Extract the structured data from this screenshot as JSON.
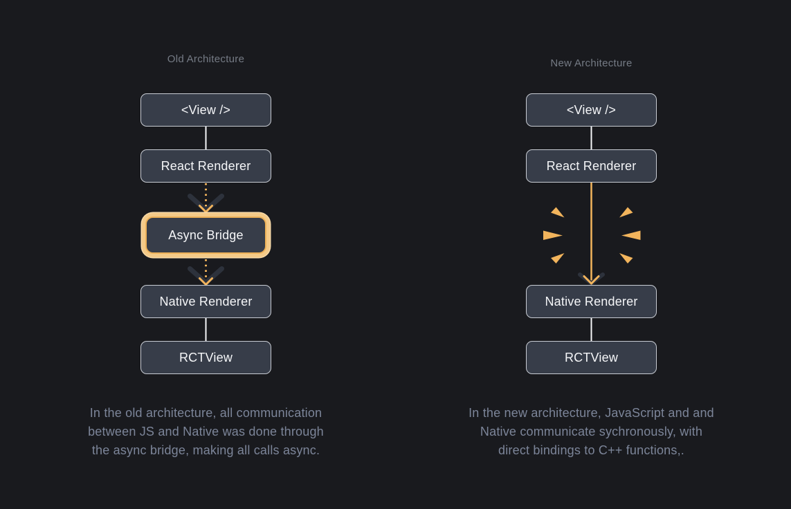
{
  "colors": {
    "bg": "#191a1e",
    "node_fill": "#373d49",
    "node_border": "#c9cdd4",
    "node_text": "#f5f6f8",
    "title_text": "#757b85",
    "caption_text": "#7c8599",
    "accent_orange": "#f2b45c",
    "highlight_ring": "#f4ca88",
    "highlight_ring_edge": "#f7d9a8",
    "highlight_border": "#edb158",
    "chevron_dark": "#2d323c",
    "connector_white": "#f5f6f8"
  },
  "left": {
    "title": "Old Architecture",
    "nodes": {
      "view": "<View />",
      "react_renderer": "React Renderer",
      "async_bridge": "Async Bridge",
      "native_renderer": "Native Renderer",
      "rctview": "RCTView"
    },
    "caption_lines": [
      "In the old architecture, all communication",
      "between JS and Native was done through",
      "the async bridge, making all calls async."
    ]
  },
  "right": {
    "title": "New Architecture",
    "nodes": {
      "view": "<View />",
      "react_renderer": "React Renderer",
      "native_renderer": "Native Renderer",
      "rctview": "RCTView"
    },
    "caption_lines": [
      "In the new architecture, JavaScript and and",
      "Native communicate sychronously, with",
      "direct bindings to C++ functions,."
    ]
  },
  "icons": {
    "dashed_arrow": "dashed-arrow-down-icon",
    "solid_arrow": "solid-arrow-down-icon",
    "sparks": "spark-burst-icon"
  }
}
